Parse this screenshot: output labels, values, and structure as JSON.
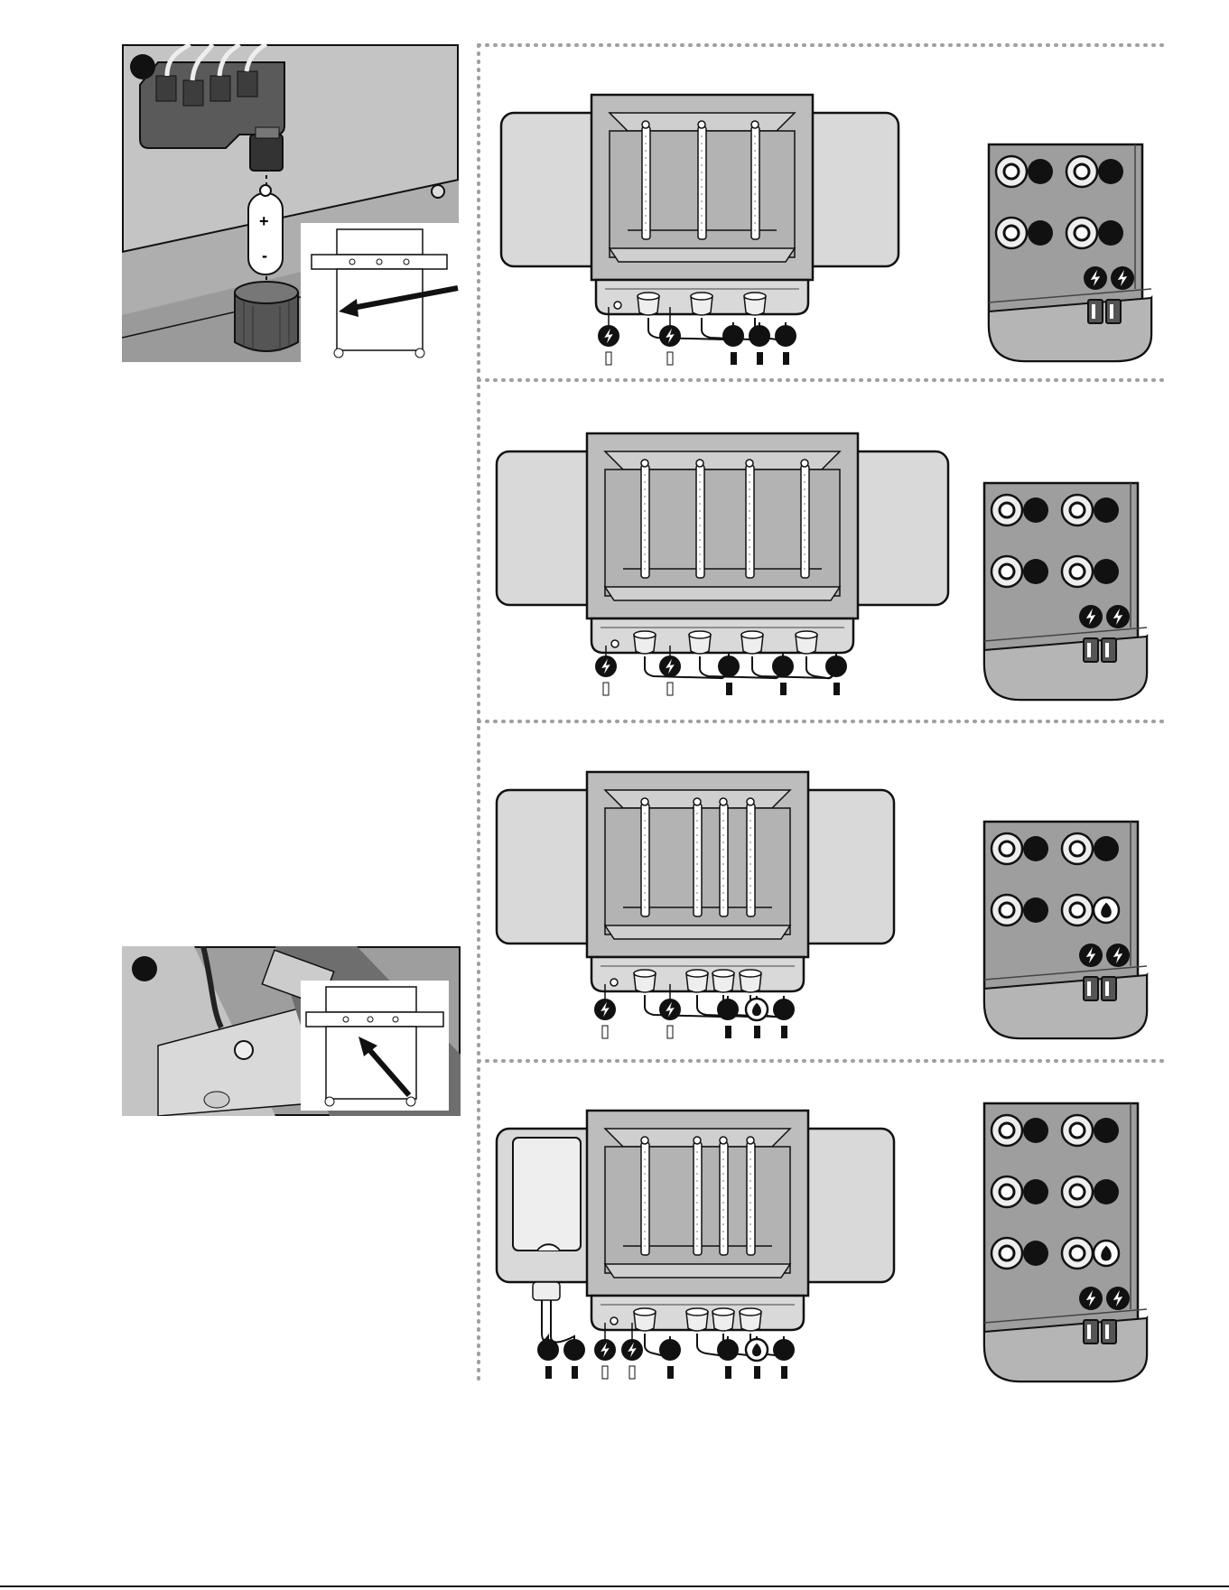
{
  "panels": {
    "battery_panel": {
      "callout": "",
      "plus_sign": "+",
      "minus_sign": "-"
    },
    "wire_panel": {
      "callout": ""
    }
  },
  "configs": [
    {
      "id": "three-burner",
      "burners": 3,
      "remote_ports": 4,
      "has_sear": false,
      "has_side": false
    },
    {
      "id": "four-burner",
      "burners": 4,
      "remote_ports": 4,
      "has_sear": false,
      "has_side": false
    },
    {
      "id": "three-burner-sear",
      "burners": 4,
      "remote_ports": 4,
      "has_sear": true,
      "has_side": false
    },
    {
      "id": "three-burner-sear-side",
      "burners": 4,
      "remote_ports": 6,
      "has_sear": true,
      "has_side": true
    }
  ],
  "icons": {
    "ignition": "lightning-bolt-icon",
    "sear": "flame-icon"
  },
  "colors": {
    "panel_gray": "#c4c4c4",
    "panel_dark": "#9e9e9e",
    "grill_light": "#d9d9d9",
    "outline": "#111111",
    "dots": "#a0a0a0"
  }
}
